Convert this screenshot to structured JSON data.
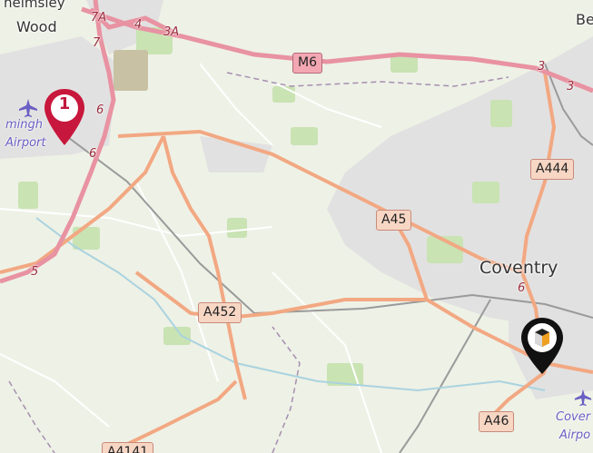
{
  "map": {
    "places": {
      "chelmsley_fragment": "helmsley",
      "wood": "Wood",
      "coventry": "Coventry",
      "be_fragment": "Be"
    },
    "airports": {
      "birmingham_line1": "mingh",
      "birmingham_line2": "Airport",
      "coventry_line1": "Cover",
      "coventry_line2": "Airpo"
    },
    "road_shields": {
      "m6": "M6",
      "a444": "A444",
      "a45": "A45",
      "a452": "A452",
      "a46": "A46",
      "a4141": "A4141"
    },
    "junctions": [
      "7A",
      "4",
      "3A",
      "7",
      "6",
      "6",
      "5",
      "3",
      "3",
      "6"
    ],
    "markers": {
      "start_label": "1"
    },
    "colors": {
      "motorway": "#e892a2",
      "primary": "#fcd6a4",
      "background": "#f2efe9",
      "urban": "#e0dfdf",
      "park": "#c8e6b0",
      "marker_red": "#c8173c",
      "marker_black": "#111111"
    },
    "icons": [
      "airport-icon",
      "airport-icon",
      "numbered-marker-icon",
      "brand-marker-icon"
    ]
  }
}
